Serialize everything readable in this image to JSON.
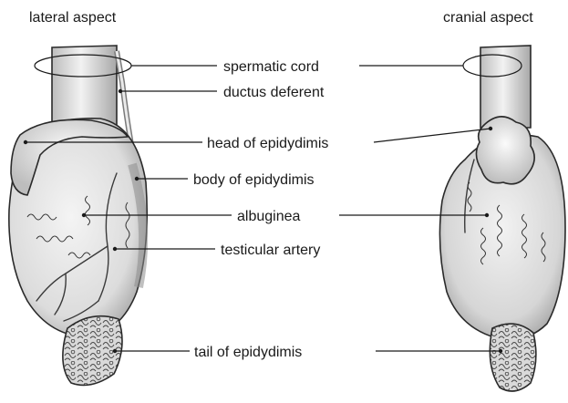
{
  "headers": {
    "left": "lateral aspect",
    "right": "cranial aspect"
  },
  "labels": [
    "spermatic cord",
    "ductus deferent",
    "head of epidydimis",
    "body of epidydimis",
    "albuginea",
    "testicular artery",
    "tail of epidydimis"
  ],
  "colors": {
    "tissue_light": "#efefef",
    "tissue_mid": "#d4d4d4",
    "tissue_dark": "#9a9a9a",
    "ink": "#1a1a1a"
  }
}
